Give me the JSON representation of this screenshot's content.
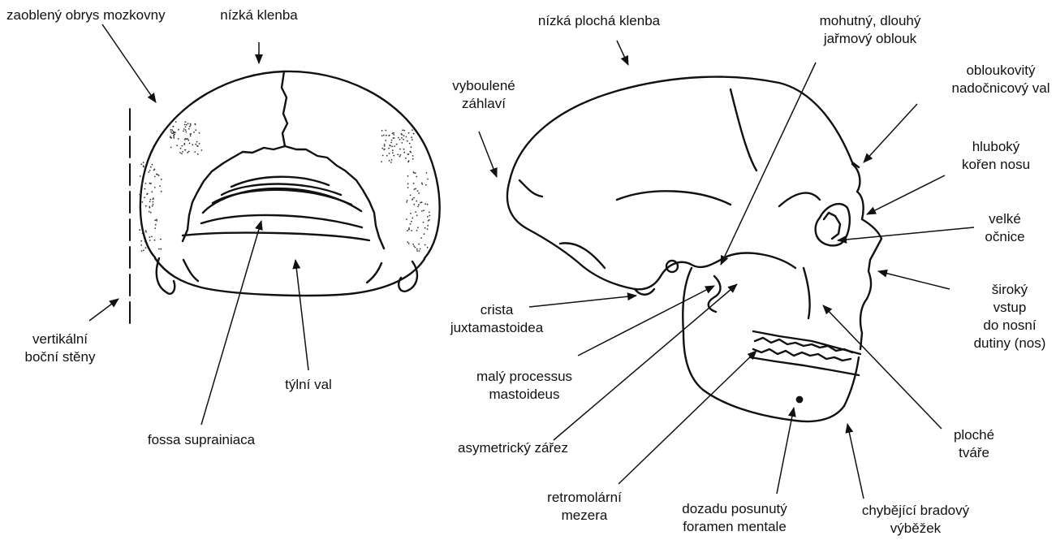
{
  "colors": {
    "ink": "#111111",
    "background": "#ffffff"
  },
  "front_view": {
    "labels": {
      "rounded_outline": {
        "lines": [
          "zaoblený obrys mozkovny"
        ]
      },
      "low_vault": {
        "lines": [
          "nízká klenba"
        ]
      },
      "vertical_walls": {
        "lines": [
          "vertikální",
          "boční stěny"
        ]
      },
      "occipital_torus": {
        "lines": [
          "týlní val"
        ]
      },
      "fossa": {
        "lines": [
          "fossa suprainiaca"
        ]
      }
    }
  },
  "side_view": {
    "labels": {
      "low_flat_vault": {
        "lines": [
          "nízká plochá klenba"
        ]
      },
      "zygomatic_arch": {
        "lines": [
          "mohutný, dlouhý",
          "jařmový oblouk"
        ]
      },
      "bulging_occiput": {
        "lines": [
          "vyboulené",
          "záhlaví"
        ]
      },
      "brow_ridge": {
        "lines": [
          "obloukovitý",
          "nadočnicový val"
        ]
      },
      "nasal_root": {
        "lines": [
          "hluboký",
          "kořen nosu"
        ]
      },
      "large_orbits": {
        "lines": [
          "velké",
          "očnice"
        ]
      },
      "nasal_aperture": {
        "lines": [
          "široký",
          "vstup",
          "do nosní",
          "dutiny (nos)"
        ]
      },
      "crista": {
        "lines": [
          "crista",
          "juxtamastoidea"
        ]
      },
      "mastoid": {
        "lines": [
          "malý processus",
          "mastoideus"
        ]
      },
      "notch": {
        "lines": [
          "asymetrický zářez"
        ]
      },
      "retromolar": {
        "lines": [
          "retromolární",
          "mezera"
        ]
      },
      "mental_foramen": {
        "lines": [
          "dozadu posunutý",
          "foramen mentale"
        ]
      },
      "flat_cheeks": {
        "lines": [
          "ploché",
          "tváře"
        ]
      },
      "chin": {
        "lines": [
          "chybějící bradový",
          "výběžek"
        ]
      }
    }
  }
}
